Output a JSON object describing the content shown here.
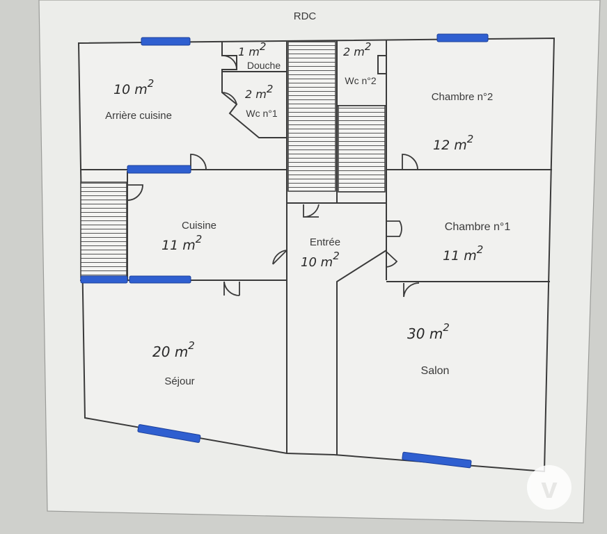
{
  "plan": {
    "title": "RDC",
    "rooms": {
      "arriere_cuisine": {
        "name": "Arrière cuisine",
        "area_value": "10",
        "area_unit": "m",
        "area_exp": "2"
      },
      "douche": {
        "name": "Douche",
        "area_value": "1",
        "area_unit": "m",
        "area_exp": "2"
      },
      "wc1": {
        "name": "Wc n°1",
        "area_value": "2",
        "area_unit": "m",
        "area_exp": "2"
      },
      "wc2": {
        "name": "Wc n°2",
        "area_value": "2",
        "area_unit": "m",
        "area_exp": "2"
      },
      "chambre2": {
        "name": "Chambre n°2",
        "area_value": "12",
        "area_unit": "m",
        "area_exp": "2"
      },
      "cuisine": {
        "name": "Cuisine",
        "area_value": "11",
        "area_unit": "m",
        "area_exp": "2"
      },
      "entree": {
        "name": "Entrée",
        "area_value": "10",
        "area_unit": "m",
        "area_exp": "2"
      },
      "chambre1": {
        "name": "Chambre n°1",
        "area_value": "11",
        "area_unit": "m",
        "area_exp": "2"
      },
      "sejour": {
        "name": "Séjour",
        "area_value": "20",
        "area_unit": "m",
        "area_exp": "2"
      },
      "salon": {
        "name": "Salon",
        "area_value": "30",
        "area_unit": "m",
        "area_exp": "2"
      }
    }
  },
  "colors": {
    "background": "#cfd0cc",
    "sheet": "#ecedea",
    "wall": "#3a3a3a",
    "window": "#2f5fd0",
    "text": "#3a3a3a"
  },
  "watermark": {
    "text": "v",
    "icon": "vivastreet-logo-icon"
  }
}
